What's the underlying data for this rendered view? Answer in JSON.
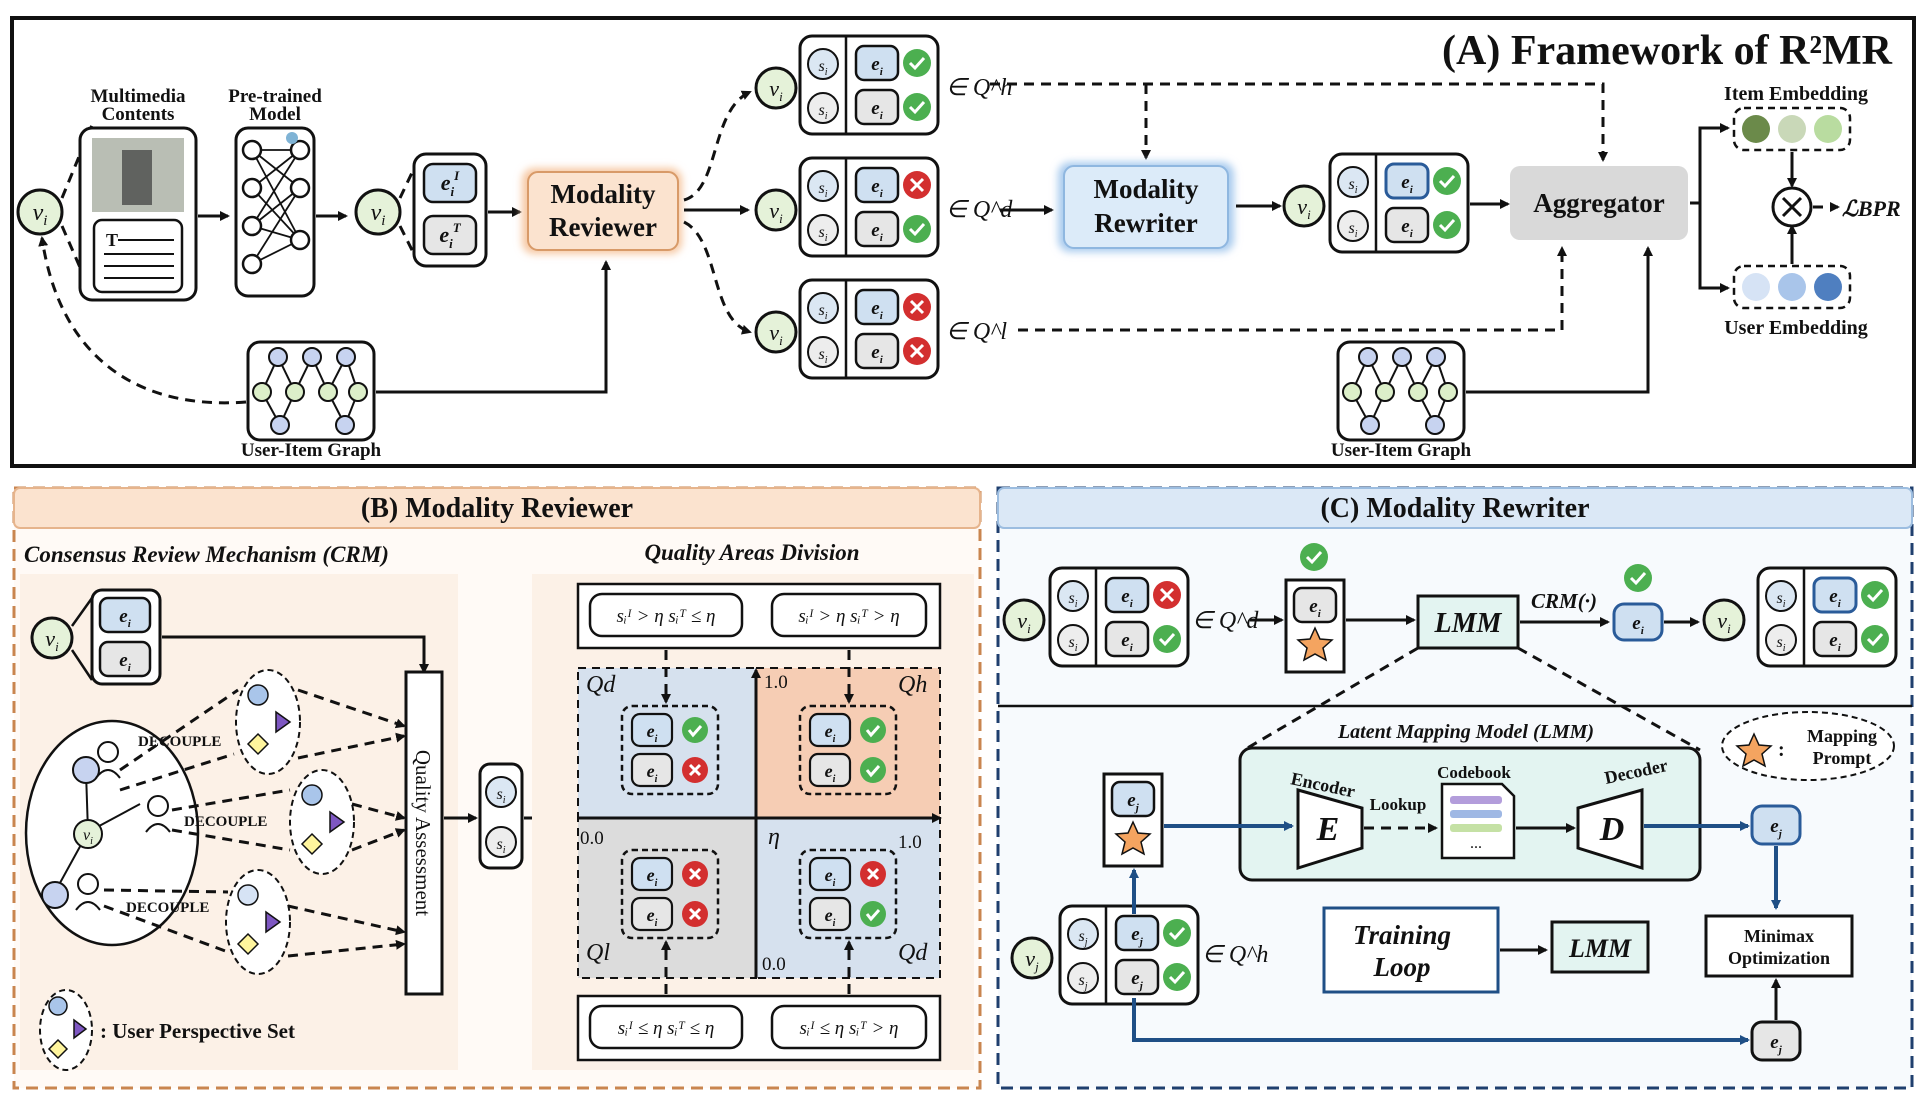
{
  "panel_a": {
    "title": "(A) Framework of R²MR",
    "multimedia_label": [
      "Multimedia",
      "Contents"
    ],
    "pretrained_label": [
      "Pre-trained",
      "Model"
    ],
    "reviewer_label": [
      "Modality",
      "Reviewer"
    ],
    "rewriter_label": [
      "Modality",
      "Rewriter"
    ],
    "aggregator_label": "Aggregator",
    "item_embedding": "Item Embedding",
    "user_embedding": "User Embedding",
    "bpr_label": "ℒBPR",
    "graph_label": "User-Item Graph",
    "sets": {
      "high": "∈ Q^h",
      "mid": "∈ Q^d",
      "low": "∈ Q^l"
    },
    "node_vi": "v_i",
    "doc_letter": "T"
  },
  "panel_b": {
    "title": "(B) Modality Reviewer",
    "crm_title": "Consensus Review Mechanism (CRM)",
    "qad_title": "Quality Areas Division",
    "decouple": "DECOUPLE",
    "quality_assessment": "Quality Assessment",
    "user_perspective": ": User Perspective Set",
    "conditions_top": [
      "sᵢᴵ > η  sᵢᵀ ≤ η",
      "sᵢᴵ > η  sᵢᵀ > η"
    ],
    "conditions_bottom": [
      "sᵢᴵ ≤ η  sᵢᵀ ≤ η",
      "sᵢᴵ ≤ η  sᵢᵀ > η"
    ],
    "quadrants": {
      "tl": "Qd",
      "tr": "Qh",
      "bl": "Ql",
      "br": "Qd"
    },
    "axis_ticks": {
      "top": "1.0",
      "left": "0.0",
      "right": "1.0",
      "bottom": "0.0",
      "eta": "η"
    }
  },
  "panel_c": {
    "title": "(C) Modality Rewriter",
    "lmm": "LMM",
    "crm_fn": "CRM(·)",
    "lmm_full": "Latent Mapping Model (LMM)",
    "encoder": "Encoder",
    "decoder": "Decoder",
    "codebook": "Codebook",
    "lookup": "Lookup",
    "enc_letter": "E",
    "dec_letter": "D",
    "mapping_prompt": [
      "Mapping",
      "Prompt"
    ],
    "training_loop": [
      "Training",
      "Loop"
    ],
    "minimax": [
      "Minimax",
      "Optimization"
    ],
    "set_d": "∈ Q^d",
    "set_h": "∈ Q^h"
  },
  "colors": {
    "panel_b_fill": "#fcebdc",
    "panel_b_border": "#c9854f",
    "panel_c_fill": "#dbe8f6",
    "panel_c_border": "#1f3f6e",
    "reviewer_fill": "#fbe3cf",
    "rewriter_fill": "#dcebf9",
    "aggregator_fill": "#d9d9d9",
    "lmm_fill": "#e3f4f1",
    "node_green": "#e5f2d9",
    "check": "#4caf50",
    "cross": "#d32f2f"
  }
}
